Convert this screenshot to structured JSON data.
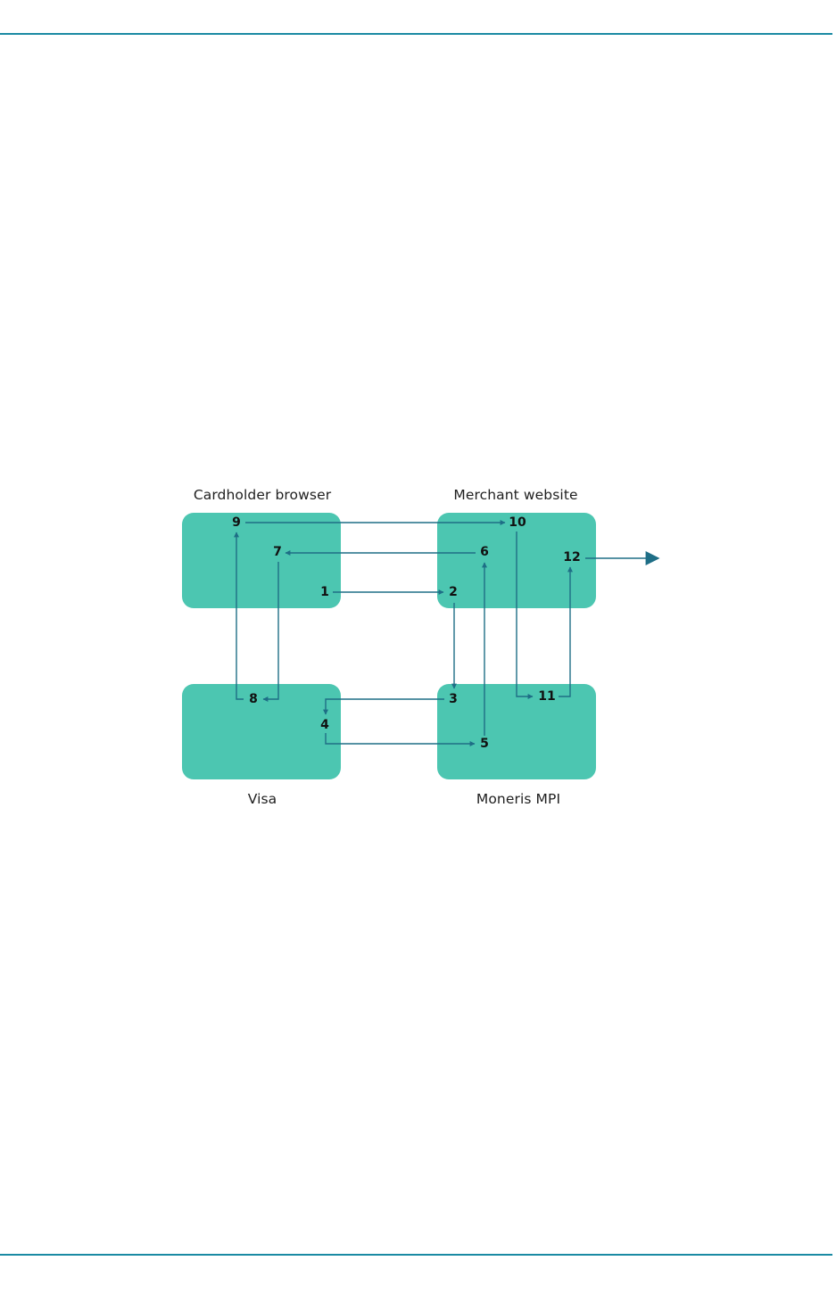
{
  "diagram": {
    "boxes": {
      "cardholder": "Cardholder browser",
      "merchant": "Merchant website",
      "visa": "Visa",
      "mpi": "Moneris MPI"
    },
    "steps": [
      "1",
      "2",
      "3",
      "4",
      "5",
      "6",
      "7",
      "8",
      "9",
      "10",
      "11",
      "12"
    ],
    "colors": {
      "box_fill": "#4cc6b1",
      "arrow": "#1e6e86",
      "rule": "#1a8aa3"
    }
  }
}
